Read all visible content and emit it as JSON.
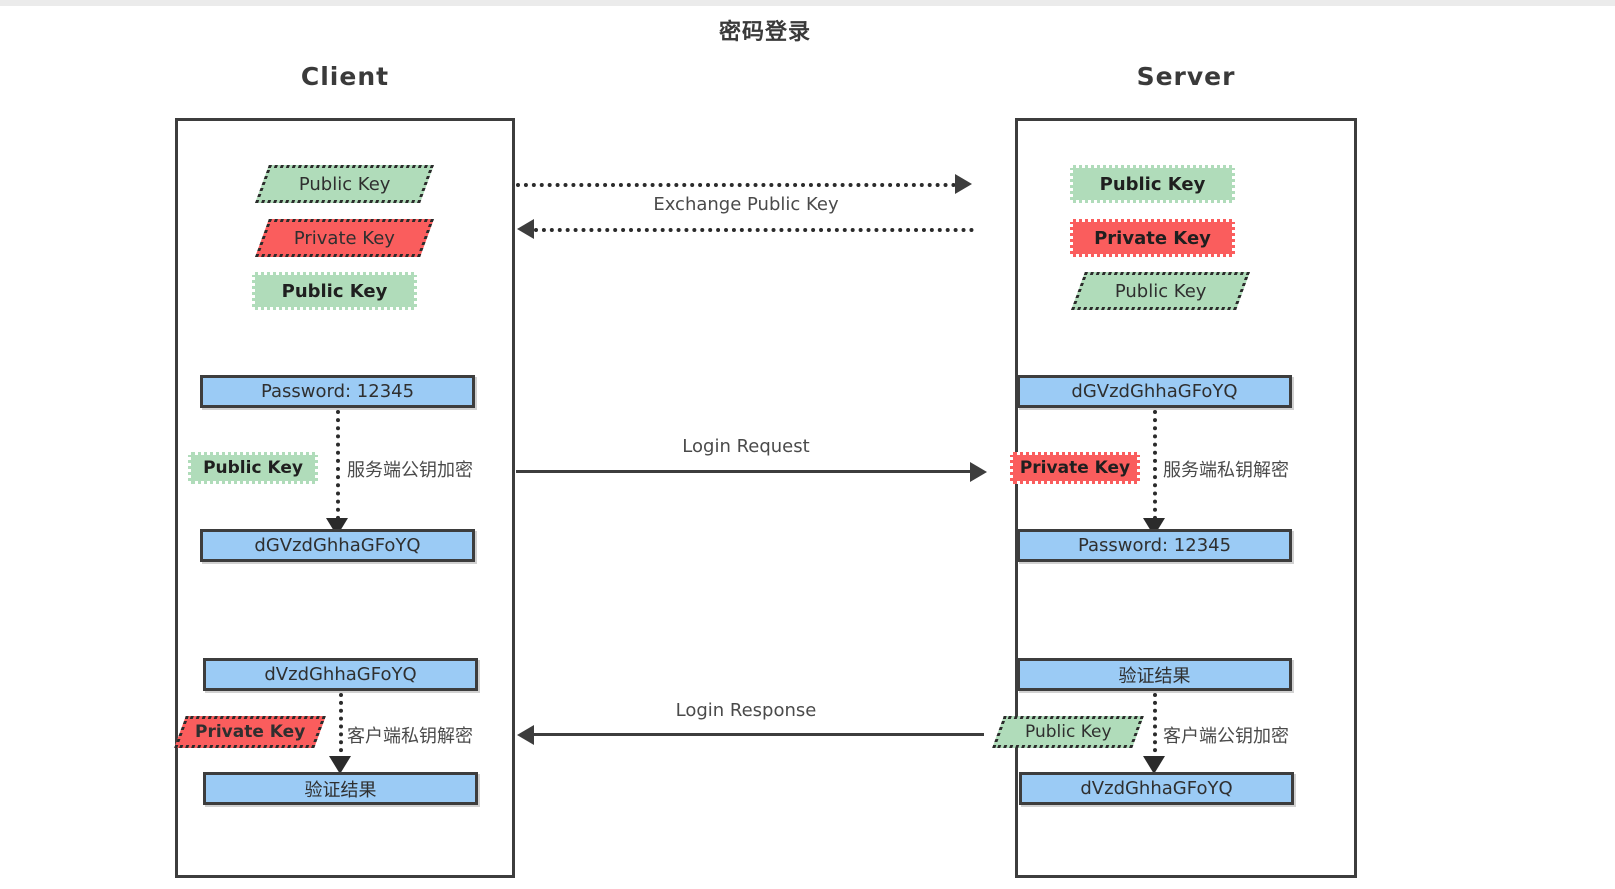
{
  "title": "密码登录",
  "colors": {
    "blue": "#9bcbf5",
    "green": "#b0dcba",
    "red": "#fa5d5d",
    "stroke": "#3d3d3d",
    "text": "#3a3a3a"
  },
  "lanes": {
    "client": {
      "title": "Client"
    },
    "server": {
      "title": "Server"
    }
  },
  "client": {
    "keys": [
      {
        "label": "Public Key",
        "kind": "parallelogram-green"
      },
      {
        "label": "Private Key",
        "kind": "parallelogram-red"
      },
      {
        "label": "Public Key",
        "kind": "rect-green"
      }
    ],
    "request": {
      "plain": "Password: 12345",
      "key": "Public Key",
      "op": "服务端公钥加密",
      "cipher": "dGVzdGhhaGFoYQ"
    },
    "response": {
      "cipher": "dVzdGhhaGFoYQ",
      "key": "Private Key",
      "op": "客户端私钥解密",
      "plain": "验证结果"
    }
  },
  "server": {
    "keys": [
      {
        "label": "Public Key",
        "kind": "rect-green"
      },
      {
        "label": "Private Key",
        "kind": "rect-red"
      },
      {
        "label": "Public Key",
        "kind": "parallelogram-green"
      }
    ],
    "request": {
      "cipher": "dGVzdGhhaGFoYQ",
      "key": "Private Key",
      "op": "服务端私钥解密",
      "plain": "Password: 12345"
    },
    "response": {
      "plain": "验证结果",
      "key": "Public Key",
      "op": "客户端公钥加密",
      "cipher": "dVzdGhhaGFoYQ"
    }
  },
  "flows": {
    "exchange": "Exchange Public Key",
    "login_request": "Login Request",
    "login_response": "Login Response"
  }
}
